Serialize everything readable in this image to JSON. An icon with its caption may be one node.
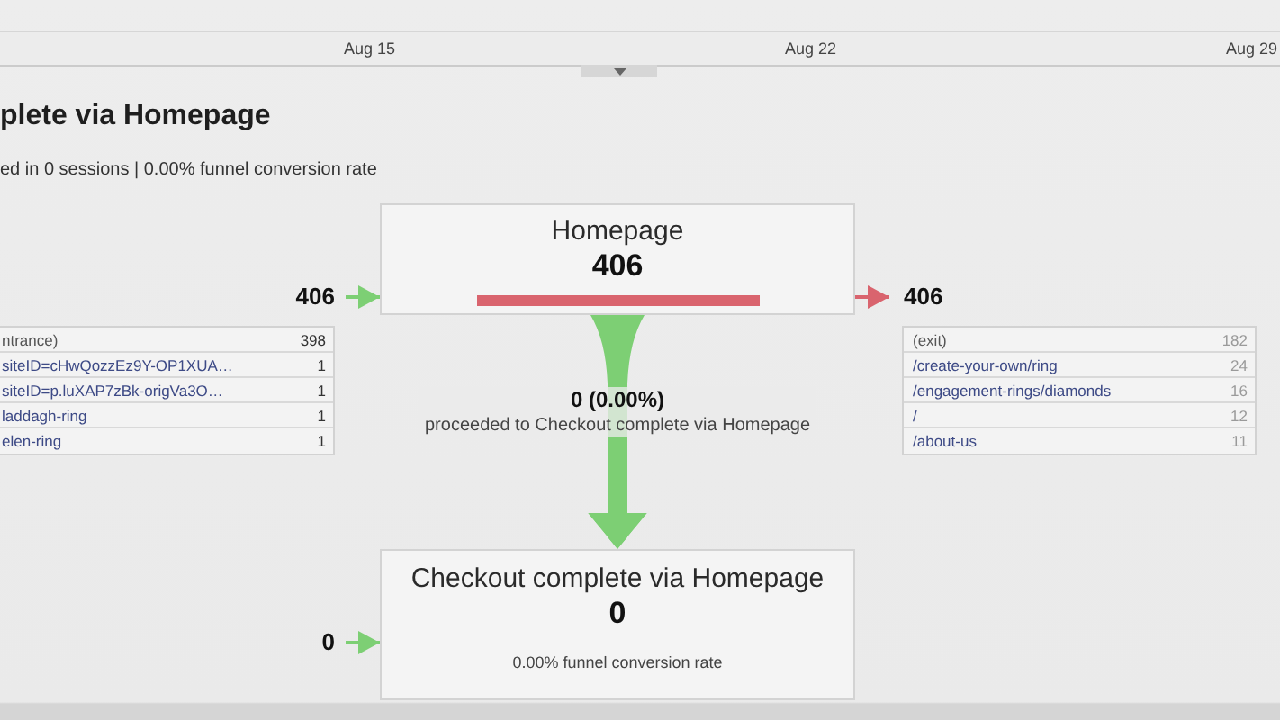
{
  "diagram": {
    "title": "plete via Homepage",
    "nodes": [
      {
        "text": [
          "406"
        ]
      },
      {
        "text": [
          "Homepage",
          "406"
        ]
      },
      {
        "text": [
          "406"
        ]
      },
      {
        "text": [
          "0"
        ]
      },
      {
        "text": [
          "Checkout complete via Homepage",
          "0",
          "0.00% funnel conversion rate"
        ]
      }
    ],
    "edges": [
      {
        "from": 0,
        "to": 1,
        "arrow": "to"
      },
      {
        "from": 1,
        "to": 2,
        "arrow": "to",
        "color": "#d9646e"
      },
      {
        "from": 1,
        "to": 4,
        "arrow": "to",
        "label": "**0 (0.00%)** proceeded to Checkout complete via Homepage",
        "style": "thick"
      },
      {
        "from": 3,
        "to": 4,
        "arrow": "to"
      }
    ],
    "labels": [
      "Aug 15",
      "Aug 22",
      "Aug 29",
      "ed in 0 sessions | 0.00% funnel conversion rate",
      "ntrance)",
      "398",
      "siteID=cHwQozzEz9Y-OP1XUA…",
      "1",
      "siteID=p.luXAP7zBk-origVa3O…",
      "1",
      "laddagh-ring",
      "1",
      "elen-ring",
      "1",
      "(exit)",
      "182",
      "/create-your-own/ring",
      "24",
      "/engagement-rings/diamonds",
      "16",
      "/",
      "12",
      "/about-us",
      "11"
    ]
  }
}
